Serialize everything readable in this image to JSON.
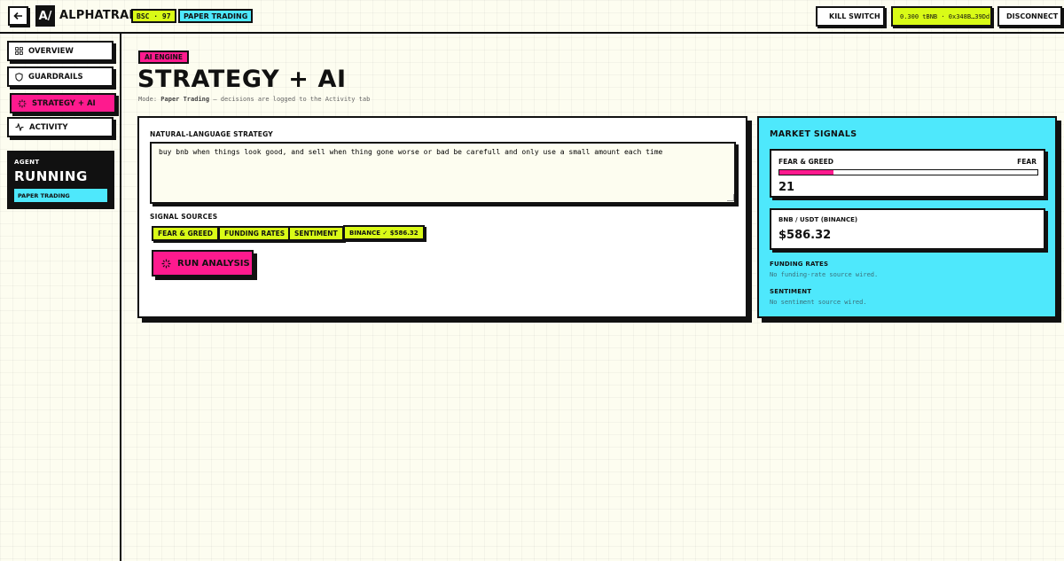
{
  "header": {
    "logo_mark": "A/",
    "app_name": "ALPHATRADE",
    "network_tag": "BSC · 97",
    "mode_tag": "PAPER TRADING",
    "kill_switch_label": "KILL SWITCH",
    "wallet_label": "0.300 tBNB · 0x348B…39Dd",
    "disconnect_label": "DISCONNECT"
  },
  "sidebar": {
    "items": [
      {
        "label": "OVERVIEW",
        "icon": "grid-icon"
      },
      {
        "label": "GUARDRAILS",
        "icon": "shield-icon"
      },
      {
        "label": "STRATEGY + AI",
        "icon": "sparkle-icon",
        "active": true
      },
      {
        "label": "ACTIVITY",
        "icon": "activity-icon"
      }
    ],
    "agent": {
      "label": "AGENT",
      "status": "RUNNING",
      "badge": "PAPER TRADING"
    }
  },
  "main": {
    "badge": "AI ENGINE",
    "title": "STRATEGY + AI",
    "mode_prefix": "Mode:",
    "mode_value": "Paper Trading",
    "mode_suffix": "— decisions are logged to the Activity tab",
    "strategy": {
      "label": "NATURAL-LANGUAGE STRATEGY",
      "value": "buy bnb when things look good, and sell when thing gone worse or bad be carefull and only use a small amount each time"
    },
    "signal_sources": {
      "label": "SIGNAL SOURCES",
      "chips": [
        "FEAR & GREED",
        "FUNDING RATES",
        "SENTIMENT",
        "BINANCE ✓ $586.32"
      ]
    },
    "run_button_label": "RUN ANALYSIS"
  },
  "signals": {
    "title": "MARKET SIGNALS",
    "fear_greed": {
      "label": "FEAR & GREED",
      "classification": "FEAR",
      "value": "21",
      "fraction": 0.21
    },
    "price": {
      "label": "BNB / USDT (BINANCE)",
      "value": "$586.32"
    },
    "funding": {
      "label": "FUNDING RATES",
      "note": "No funding-rate source wired."
    },
    "sentiment": {
      "label": "SENTIMENT",
      "note": "No sentiment source wired."
    }
  },
  "colors": {
    "accent_pink": "#fe1a8e",
    "accent_lime": "#d9fb17",
    "accent_cyan": "#4ee8fc",
    "ink": "#111111",
    "background": "#fdfdf0"
  }
}
